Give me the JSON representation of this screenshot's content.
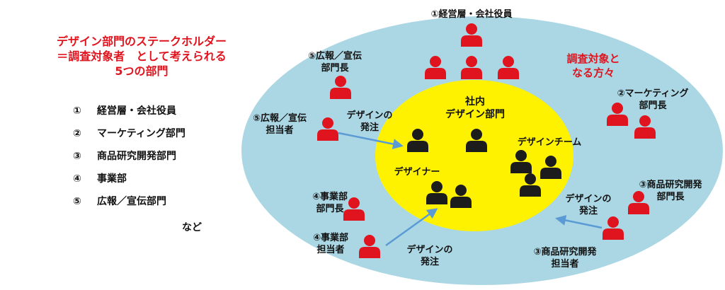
{
  "left_panel": {
    "title_lines": [
      "デザイン部門のステークホルダー",
      "＝調査対象者　として考えられる",
      "5つの部門"
    ],
    "departments": [
      {
        "num": "①",
        "name": "経営層・会社役員"
      },
      {
        "num": "②",
        "name": "マーケティング部門"
      },
      {
        "num": "③",
        "name": "商品研究開発部門"
      },
      {
        "num": "④",
        "name": "事業部"
      },
      {
        "num": "⑤",
        "name": "広報／宣伝部門"
      }
    ],
    "etc": "など"
  },
  "diagram": {
    "colors": {
      "outer_ellipse": "#abd7e4",
      "inner_ellipse": "#fff200",
      "red_person": "#e0141e",
      "dark_person": "#1c1c1c",
      "arrow": "#5b9bd5"
    },
    "outer_label": [
      "調査対象と",
      "なる方々"
    ],
    "inner_label": [
      "社内",
      "デザイン部門"
    ],
    "executives": [
      "①経営層・会社役員"
    ],
    "marketing_head": [
      "②マーケティング",
      "部門長"
    ],
    "rnd_head": [
      "③商品研究開発",
      "部門長"
    ],
    "rnd_staff": [
      "③商品研究開発",
      "担当者"
    ],
    "business_head": [
      "④事業部",
      "部門長"
    ],
    "business_staff": [
      "④事業部",
      "担当者"
    ],
    "pr_head": [
      "⑤広報／宣伝",
      "部門長"
    ],
    "pr_staff": [
      "⑤広報／宣伝",
      "担当者"
    ],
    "design_team": [
      "デザインチーム"
    ],
    "designer": [
      "デザイナー"
    ],
    "order_label_1": [
      "デザインの",
      "発注"
    ],
    "order_label_2": [
      "デザインの",
      "発注"
    ],
    "order_label_3": [
      "デザインの",
      "発注"
    ]
  }
}
